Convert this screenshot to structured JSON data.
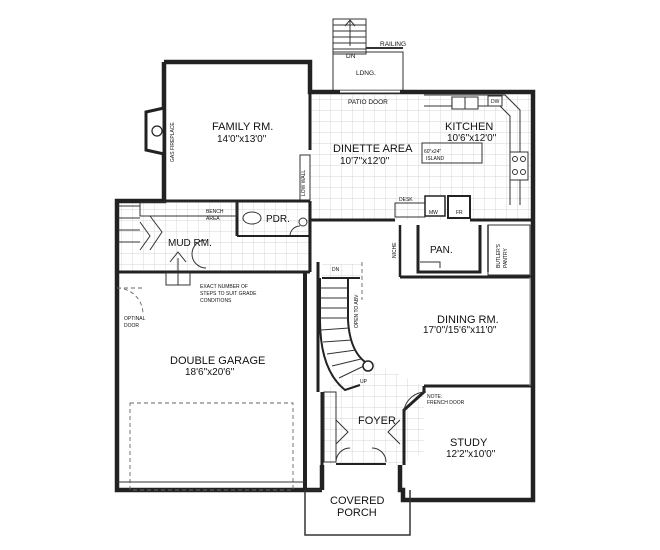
{
  "labels": {
    "railing": "RAILING",
    "dn_top": "DN",
    "landing": "LDNG.",
    "patio_door": "PATIO DOOR",
    "dw": "DW",
    "kitchen_name": "KITCHEN",
    "kitchen_dim": "10'6\"x12'0\"",
    "island_size": "60\"x24\"",
    "island": "ISLAND",
    "dinette_name": "DINETTE AREA",
    "dinette_dim": "10'7\"x12'0\"",
    "family_name": "FAMILY RM.",
    "family_dim": "14'0\"x13'0\"",
    "gas_fireplace": "GAS FIREPLACE",
    "low_wall": "LOW WALL",
    "desk": "DESK",
    "mw": "MW",
    "fr": "FR",
    "bench_area_1": "BENCH",
    "bench_area_2": "AREA",
    "pdr": "PDR.",
    "mud_name": "MUD RM.",
    "pan": "PAN.",
    "niche": "NICHE",
    "butlers_pantry_1": "BUTLER'S",
    "butlers_pantry_2": "PANTRY",
    "dn_stair": "DN",
    "open_to_abv": "OPEN TO ABV",
    "up_stair": "UP",
    "exact_1": "EXACT NUMBER OF",
    "exact_2": "STEPS TO SUIT GRADE",
    "exact_3": "CONDITIONS",
    "optional_door_1": "OPTINAL",
    "optional_door_2": "DOOR",
    "garage_name": "DOUBLE GARAGE",
    "garage_dim": "18'6\"x20'6\"",
    "dining_name": "DINING RM.",
    "dining_dim": "17'0\"/15'6\"x11'0\"",
    "foyer": "FOYER",
    "note_french_1": "NOTE:",
    "note_french_2": "FRENCH DOOR",
    "study_name": "STUDY",
    "study_dim": "12'2\"x10'0\"",
    "porch_1": "COVERED",
    "porch_2": "PORCH"
  }
}
